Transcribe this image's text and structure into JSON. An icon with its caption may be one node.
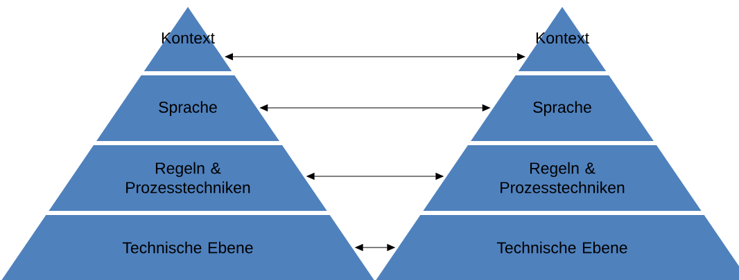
{
  "diagram": {
    "nodes": [
      {
        "text": [
          "Kontext"
        ]
      },
      {
        "text": [
          "Sprache"
        ]
      },
      {
        "text": [
          "Regeln & Prozesstechniken"
        ]
      },
      {
        "text": [
          "Technische Ebene"
        ]
      },
      {
        "text": [
          "Kontext"
        ]
      },
      {
        "text": [
          "Sprache"
        ]
      },
      {
        "text": [
          "Regeln & Prozesstechniken"
        ]
      },
      {
        "text": [
          "Technische Ebene"
        ]
      }
    ],
    "edges": [
      {
        "from": 0,
        "to": 4,
        "arrow": "both"
      },
      {
        "from": 1,
        "to": 5,
        "arrow": "both"
      },
      {
        "from": 2,
        "to": 6,
        "arrow": "both"
      },
      {
        "from": 3,
        "to": 7,
        "arrow": "both"
      }
    ]
  }
}
